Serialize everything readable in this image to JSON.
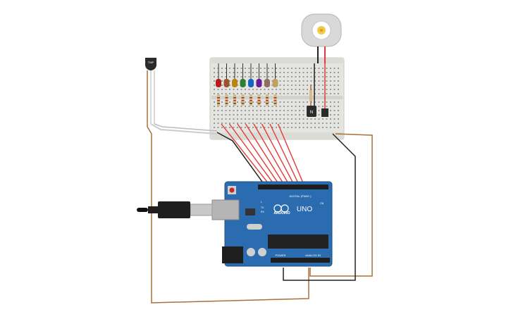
{
  "components": {
    "sensor": {
      "label": "TMP"
    },
    "motor": {
      "name": "dc-motor"
    },
    "transistor": {
      "label": "N"
    },
    "arduino": {
      "brand": "ARDUINO",
      "model": "UNO",
      "digital_label": "DIGITAL (PWM~)",
      "power_label": "POWER",
      "analog_label": "ANALOG IN",
      "tx_label": "TX",
      "rx_label": "RX",
      "l_label": "L",
      "on_label": "ON"
    }
  },
  "leds": [
    {
      "color": "#b71c1c"
    },
    {
      "color": "#a0522d"
    },
    {
      "color": "#b8860b"
    },
    {
      "color": "#2e7d32"
    },
    {
      "color": "#1565c0"
    },
    {
      "color": "#6a1b9a"
    },
    {
      "color": "#8d6e63"
    },
    {
      "color": "#c0a060"
    }
  ],
  "colors": {
    "wire_red": "#e53935",
    "wire_brown": "#a8703a",
    "wire_black": "#222222",
    "wire_white": "#cccccc",
    "board_blue": "#2b6cb0",
    "breadboard": "#e8e8e4"
  }
}
